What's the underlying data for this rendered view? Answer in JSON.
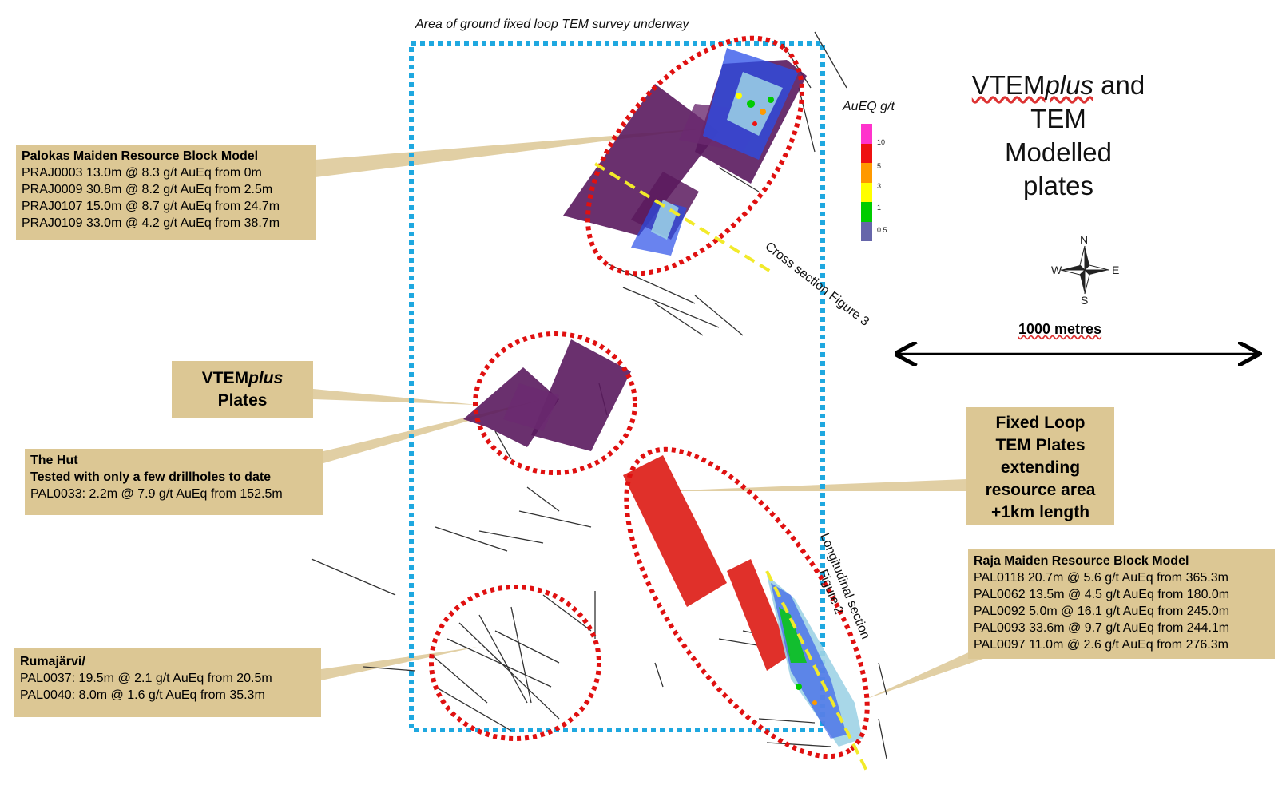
{
  "title": {
    "line1_pre": "VTEM",
    "line1_italic": "plus",
    "line1_post": " and",
    "line2": "TEM",
    "line3": "Modelled",
    "line4": "plates"
  },
  "survey_area_label": "Area of ground fixed loop TEM survey underway",
  "legend": {
    "title": "AuEQ g/t",
    "ticks": [
      "10",
      "5",
      "3",
      "1",
      "0.5"
    ],
    "colors": [
      "#ff33cc",
      "#ee1111",
      "#ff9900",
      "#ffff00",
      "#00cc00",
      "#6666aa"
    ]
  },
  "compass": {
    "n": "N",
    "s": "S",
    "e": "E",
    "w": "W"
  },
  "scale_bar": {
    "label": "1000 metres"
  },
  "cross_section_label": "Cross section Figure 3",
  "longitudinal_label": {
    "line1": "Longitudinal section",
    "line2": "Figure 2"
  },
  "callouts": {
    "palokas": {
      "title": "Palokas Maiden Resource Block Model",
      "lines": [
        "PRAJ0003 13.0m @ 8.3 g/t AuEq from 0m",
        "PRAJ0009 30.8m @ 8.2 g/t AuEq from 2.5m",
        "PRAJ0107 15.0m @ 8.7 g/t AuEq from 24.7m",
        "PRAJ0109 33.0m @ 4.2 g/t AuEq from 38.7m"
      ]
    },
    "vtem": {
      "line1_pre": "VTEM",
      "line1_italic": "plus",
      "line2": "Plates"
    },
    "hut": {
      "title1": "The Hut",
      "title2": "Tested with only a few drillholes to date",
      "line": "PAL0033: 2.2m @ 7.9 g/t AuEq from 152.5m"
    },
    "fixed_loop": {
      "lines": [
        "Fixed Loop",
        "TEM Plates",
        "extending",
        "resource area",
        "+1km length"
      ]
    },
    "raja": {
      "title": "Raja Maiden Resource Block Model",
      "lines": [
        "PAL0118 20.7m @ 5.6 g/t AuEq from 365.3m",
        "PAL0062 13.5m @ 4.5 g/t AuEq from 180.0m",
        "PAL0092 5.0m @ 16.1 g/t AuEq from 245.0m",
        "PAL0093 33.6m @ 9.7 g/t AuEq from 244.1m",
        "PAL0097 11.0m @ 2.6 g/t AuEq from 276.3m"
      ]
    },
    "rumajarvi": {
      "title": "Rumajärvi/",
      "lines": [
        "PAL0037: 19.5m @ 2.1 g/t AuEq from 20.5m",
        "PAL0040: 8.0m @ 1.6 g/t AuEq from 35.3m"
      ]
    }
  },
  "colors": {
    "survey_box": "#1fa8e0",
    "target_ellipse": "#e01010",
    "vtem_plate": "#5a1a5e",
    "tem_plate": "#e0302a",
    "section_line": "#f2ea2a",
    "callout_fill": "#dcc794"
  }
}
